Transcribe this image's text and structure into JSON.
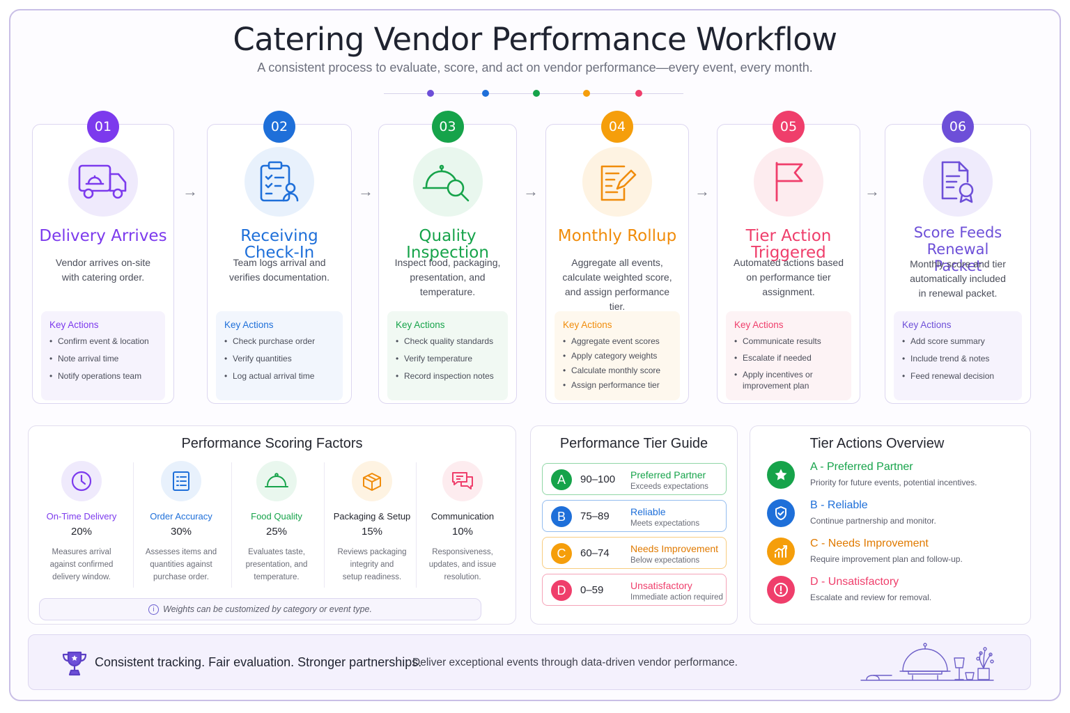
{
  "header": {
    "title": "Catering Vendor Performance Workflow",
    "subtitle": "A consistent process to evaluate, score, and act on vendor performance—every event, every month."
  },
  "colors": {
    "purple": "#7c3aed",
    "blue": "#1e6fd9",
    "green": "#16a34a",
    "orange": "#f59e0b",
    "pink": "#ef3e6b",
    "violet": "#6d4fd8"
  },
  "steps": [
    {
      "number": "01",
      "title": "Delivery Arrives",
      "desc_lines": [
        "Vendor arrives on-site",
        "with catering order."
      ],
      "icon": "delivery-truck-icon",
      "actions_title": "Key Actions",
      "actions": [
        "Confirm event & location",
        "Note arrival time",
        "Notify operations team"
      ]
    },
    {
      "number": "02",
      "title": "Receiving Check-In",
      "desc_lines": [
        "Team logs arrival and",
        "verifies documentation."
      ],
      "icon": "clipboard-checklist-icon",
      "actions_title": "Key Actions",
      "actions": [
        "Check purchase order",
        "Verify quantities",
        "Log actual arrival time"
      ]
    },
    {
      "number": "03",
      "title": "Quality Inspection",
      "desc_lines": [
        "Inspect food, packaging,",
        "presentation, and",
        "temperature."
      ],
      "icon": "cloche-magnifier-icon",
      "actions_title": "Key Actions",
      "actions": [
        "Check quality standards",
        "Verify temperature",
        "Record inspection notes"
      ]
    },
    {
      "number": "04",
      "title": "Monthly Rollup",
      "desc_lines": [
        "Aggregate all events,",
        "calculate weighted score,",
        "and assign performance tier."
      ],
      "icon": "report-pencil-icon",
      "actions_title": "Key Actions",
      "actions": [
        "Aggregate event scores",
        "Apply category weights",
        "Calculate monthly score",
        "Assign performance tier"
      ]
    },
    {
      "number": "05",
      "title": "Tier Action Triggered",
      "desc_lines": [
        "Automated actions based",
        "on performance tier",
        "assignment."
      ],
      "icon": "flag-icon",
      "actions_title": "Key Actions",
      "actions": [
        "Communicate results",
        "Escalate if needed",
        "Apply incentives or improvement plan"
      ]
    },
    {
      "number": "06",
      "title_lines": [
        "Score Feeds Renewal",
        "Packet"
      ],
      "desc_lines": [
        "Monthly score and tier",
        "automatically included",
        "in renewal packet."
      ],
      "icon": "document-ribbon-icon",
      "actions_title": "Key Actions",
      "actions": [
        "Add score summary",
        "Include trend & notes",
        "Feed renewal decision"
      ]
    }
  ],
  "scoring": {
    "title": "Performance Scoring Factors",
    "factors": [
      {
        "name": "On-Time Delivery",
        "weight": "20%",
        "desc_lines": [
          "Measures arrival",
          "against confirmed",
          "delivery window."
        ],
        "icon": "clock-icon"
      },
      {
        "name": "Order Accuracy",
        "weight": "30%",
        "desc_lines": [
          "Assesses items and",
          "quantities against",
          "purchase order."
        ],
        "icon": "checklist-icon"
      },
      {
        "name": "Food Quality",
        "weight": "25%",
        "desc_lines": [
          "Evaluates taste,",
          "presentation, and",
          "temperature."
        ],
        "icon": "cloche-icon"
      },
      {
        "name": "Packaging & Setup",
        "weight": "15%",
        "desc_lines": [
          "Reviews packaging",
          "integrity and",
          "setup readiness."
        ],
        "icon": "box-icon"
      },
      {
        "name": "Communication",
        "weight": "10%",
        "desc_lines": [
          "Responsiveness,",
          "updates, and issue",
          "resolution."
        ],
        "icon": "chat-bubbles-icon"
      }
    ],
    "note": "Weights can be customized by category or event type."
  },
  "tier_guide": {
    "title": "Performance Tier Guide",
    "tiers": [
      {
        "letter": "A",
        "range": "90–100",
        "name": "Preferred Partner",
        "desc": "Exceeds expectations"
      },
      {
        "letter": "B",
        "range": "75–89",
        "name": "Reliable",
        "desc": "Meets expectations"
      },
      {
        "letter": "C",
        "range": "60–74",
        "name": "Needs Improvement",
        "desc": "Below expectations"
      },
      {
        "letter": "D",
        "range": "0–59",
        "name": "Unsatisfactory",
        "desc": "Immediate action required"
      }
    ]
  },
  "tier_actions": {
    "title": "Tier Actions Overview",
    "items": [
      {
        "name": "A - Preferred Partner",
        "desc": "Priority for future events, potential incentives.",
        "icon": "star-icon"
      },
      {
        "name": "B - Reliable",
        "desc": "Continue partnership and monitor.",
        "icon": "shield-check-icon"
      },
      {
        "name": "C - Needs Improvement",
        "desc": "Require improvement plan and follow-up.",
        "icon": "trend-chart-icon"
      },
      {
        "name": "D - Unsatisfactory",
        "desc": "Escalate and review for removal.",
        "icon": "alert-icon"
      }
    ]
  },
  "footer": {
    "tagline": "Consistent tracking. Fair evaluation. Stronger partnerships.",
    "subline": "Deliver exceptional events through data-driven vendor performance."
  }
}
